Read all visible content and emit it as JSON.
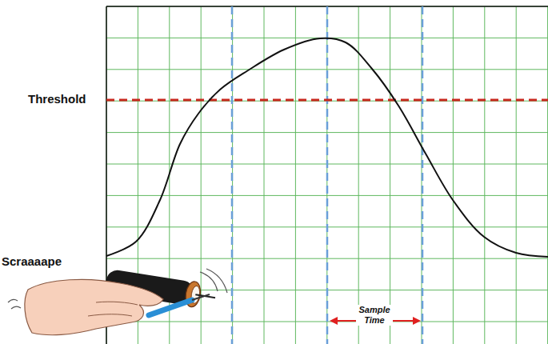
{
  "diagram": {
    "labels": [
      "Threshold",
      "Scraaaape",
      "Sample Time"
    ]
  }
}
